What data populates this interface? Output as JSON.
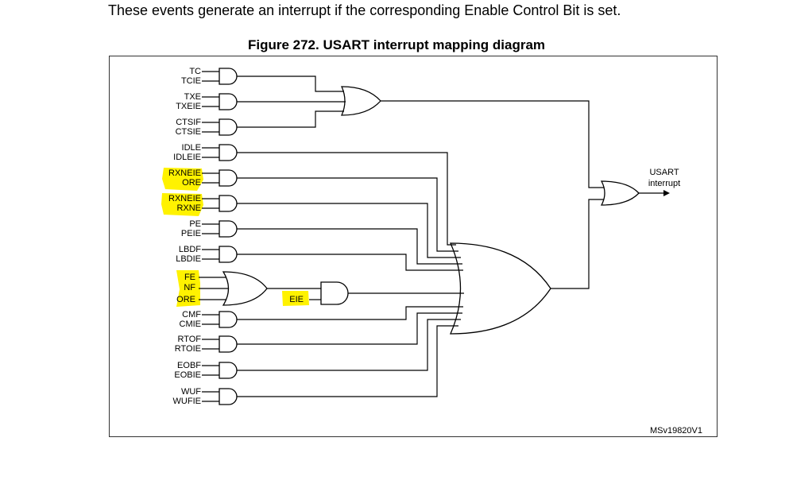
{
  "intro_text": "These events generate an interrupt if the corresponding Enable Control Bit is set.",
  "figure_title": "Figure 272. USART interrupt mapping diagram",
  "inputs": [
    {
      "flag": "TC",
      "enable": "TCIE"
    },
    {
      "flag": "TXE",
      "enable": "TXEIE"
    },
    {
      "flag": "CTSIF",
      "enable": "CTSIE"
    },
    {
      "flag": "IDLE",
      "enable": "IDLEIE"
    },
    {
      "flag": "RXNEIE",
      "enable": "ORE",
      "highlighted": true
    },
    {
      "flag": "RXNEIE",
      "enable": "RXNE",
      "highlighted": true
    },
    {
      "flag": "PE",
      "enable": "PEIE"
    },
    {
      "flag": "LBDF",
      "enable": "LBDIE"
    },
    {
      "flag": "CMF",
      "enable": "CMIE"
    },
    {
      "flag": "RTOF",
      "enable": "RTOIE"
    },
    {
      "flag": "EOBF",
      "enable": "EOBIE"
    },
    {
      "flag": "WUF",
      "enable": "WUFIE"
    }
  ],
  "error_inputs": [
    "FE",
    "NF",
    "ORE"
  ],
  "error_enable": "EIE",
  "output_label_line1": "USART",
  "output_label_line2": "interrupt",
  "figure_id": "MSv19820V1",
  "highlight_color": "#fff200"
}
